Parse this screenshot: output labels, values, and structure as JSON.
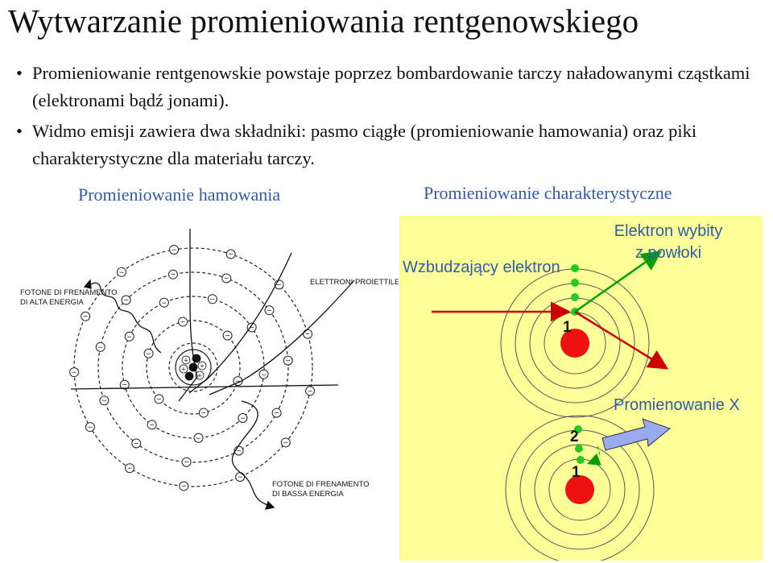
{
  "slide": {
    "title": "Wytwarzanie promieniowania rentgenowskiego",
    "bullets": [
      "Promieniowanie rentgenowskie powstaje poprzez bombardowanie tarczy naładowanymi cząstkami (elektronami bądź jonami).",
      "Widmo emisji zawiera dwa składniki: pasmo ciągłe (promieniowanie hamowania) oraz piki charakterystyczne dla materiału tarczy."
    ],
    "bullet_marker": "•"
  },
  "left_figure": {
    "caption": "Promieniowanie hamowania",
    "label_high": [
      "FOTONE DI FRENAMENTO",
      "DI ALTA ENERGIA"
    ],
    "label_electrons": "ELETTRONI PROIETTILE",
    "label_low": [
      "FOTONE DI FRENAMENTO",
      "DI BASSA ENERGIA"
    ],
    "electron_sign": "−",
    "nucleus_sign": "+"
  },
  "right_figure": {
    "caption": "Promieniowanie charakterystyczne",
    "background_color": "#ffff99",
    "label_exciting": "Wzbudzający elektron",
    "label_ejected": [
      "Elektron wybity",
      "z powłoki"
    ],
    "label_xray": "Promienowanie X",
    "level_1": "1",
    "level_2": "2",
    "level_1b": "1"
  }
}
